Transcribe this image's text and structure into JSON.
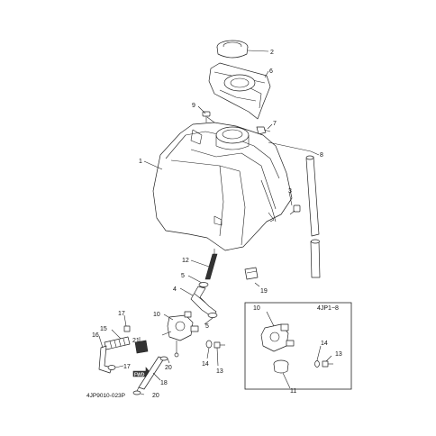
{
  "diagram_code": "4JP9010-023P",
  "inset_code": "4JP1~8",
  "fwd_label": "FWD",
  "callouts": [
    {
      "id": "c1",
      "text": "1"
    },
    {
      "id": "c2",
      "text": "2"
    },
    {
      "id": "c3",
      "text": "3"
    },
    {
      "id": "c4",
      "text": "4"
    },
    {
      "id": "c5a",
      "text": "5"
    },
    {
      "id": "c5b",
      "text": "5"
    },
    {
      "id": "c6",
      "text": "6"
    },
    {
      "id": "c7",
      "text": "7"
    },
    {
      "id": "c8",
      "text": "8"
    },
    {
      "id": "c9",
      "text": "9"
    },
    {
      "id": "c10",
      "text": "10"
    },
    {
      "id": "c10i",
      "text": "10"
    },
    {
      "id": "c11",
      "text": "11"
    },
    {
      "id": "c12",
      "text": "12"
    },
    {
      "id": "c13",
      "text": "13"
    },
    {
      "id": "c13i",
      "text": "13"
    },
    {
      "id": "c14",
      "text": "14"
    },
    {
      "id": "c14i",
      "text": "14"
    },
    {
      "id": "c15",
      "text": "15"
    },
    {
      "id": "c16",
      "text": "16"
    },
    {
      "id": "c17a",
      "text": "17"
    },
    {
      "id": "c17b",
      "text": "17"
    },
    {
      "id": "c18",
      "text": "18"
    },
    {
      "id": "c19",
      "text": "19"
    },
    {
      "id": "c20a",
      "text": "20"
    },
    {
      "id": "c20b",
      "text": "20"
    },
    {
      "id": "c21",
      "text": "21"
    }
  ]
}
